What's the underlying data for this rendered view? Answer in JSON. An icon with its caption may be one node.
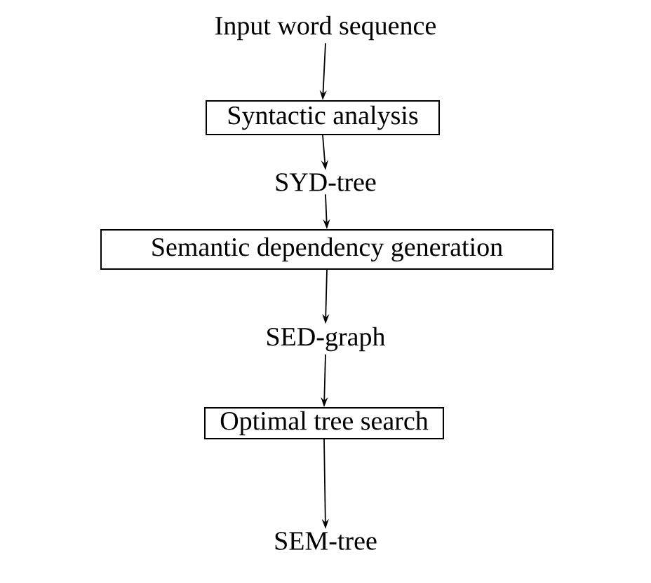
{
  "diagram": {
    "nodes": [
      {
        "text": [
          "Input word sequence"
        ]
      },
      {
        "text": [
          "Syntactic analysis"
        ]
      },
      {
        "text": [
          "SYD-tree"
        ]
      },
      {
        "text": [
          "Semantic dependency generation"
        ]
      },
      {
        "text": [
          "SED-graph"
        ]
      },
      {
        "text": [
          "Optimal tree search"
        ]
      },
      {
        "text": [
          "SEM-tree"
        ]
      }
    ],
    "edges": [
      {
        "from": 0,
        "to": 1,
        "arrow": "to"
      },
      {
        "from": 1,
        "to": 2,
        "arrow": "to"
      },
      {
        "from": 2,
        "to": 3,
        "arrow": "to"
      },
      {
        "from": 3,
        "to": 4,
        "arrow": "to"
      },
      {
        "from": 4,
        "to": 5,
        "arrow": "to"
      },
      {
        "from": 5,
        "to": 6,
        "arrow": "to"
      }
    ]
  }
}
